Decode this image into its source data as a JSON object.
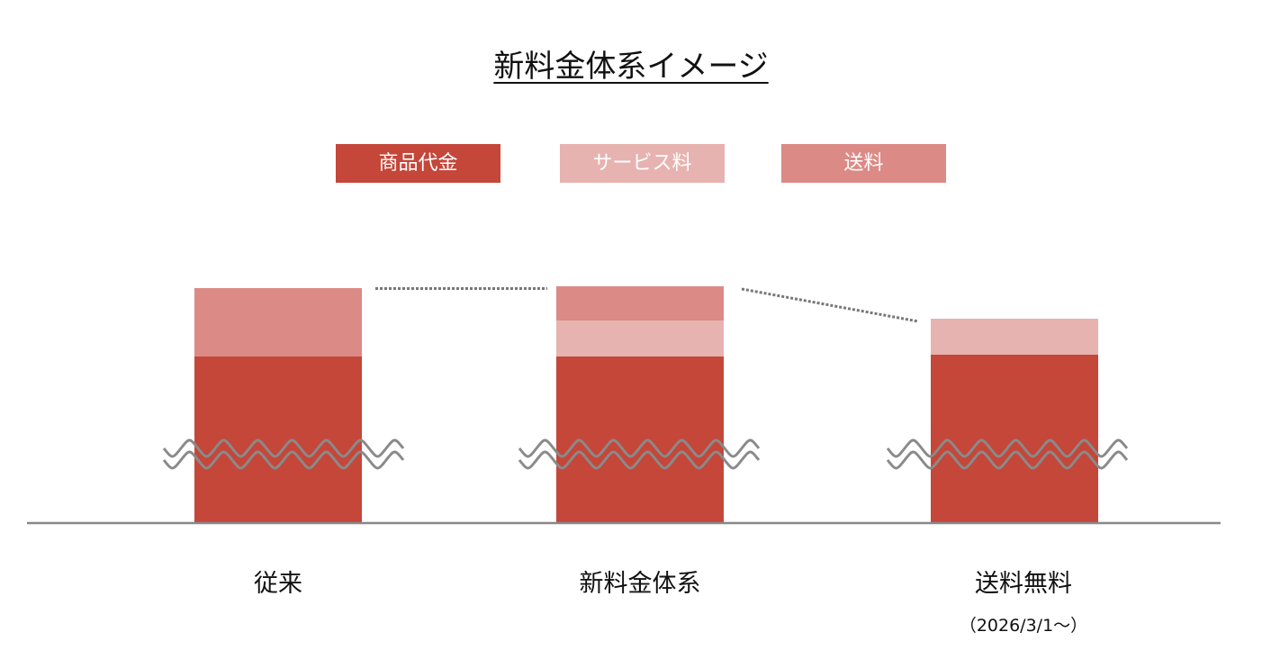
{
  "title": "新料金体系イメージ",
  "legend": [
    {
      "label": "商品代金",
      "color": "#c4473a"
    },
    {
      "label": "サービス料",
      "color": "#e6b3b0"
    },
    {
      "label": "送料",
      "color": "#db8a86"
    }
  ],
  "columns": [
    {
      "label": "従来",
      "segments": [
        "商品代金",
        "送料"
      ]
    },
    {
      "label": "新料金体系",
      "segments": [
        "商品代金",
        "サービス料",
        "送料"
      ]
    },
    {
      "label": "送料無料",
      "sublabel": "（2026/3/1～）",
      "segments": [
        "商品代金",
        "サービス料"
      ]
    }
  ]
}
